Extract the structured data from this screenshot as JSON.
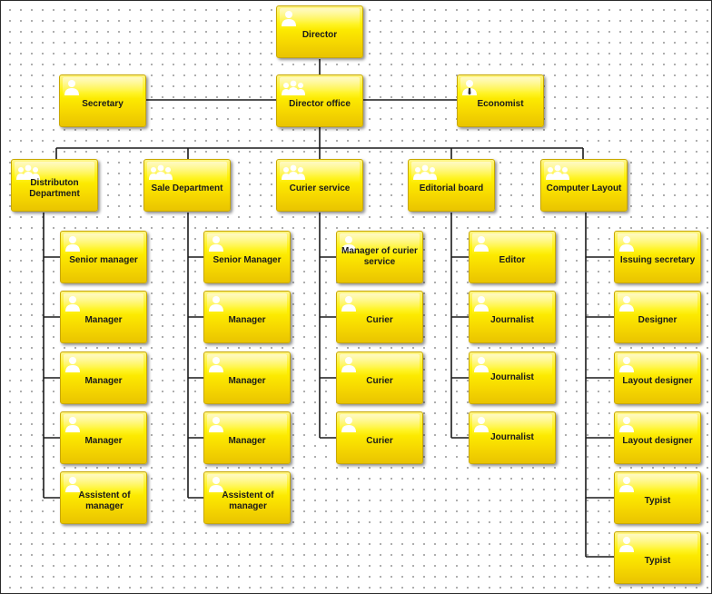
{
  "nodes": {
    "director": {
      "label": "Director",
      "icon": "person-icon"
    },
    "secretary": {
      "label": "Secretary",
      "icon": "person-icon"
    },
    "director_office": {
      "label": "Director office",
      "icon": "group-icon"
    },
    "economist": {
      "label": "Economist",
      "icon": "person-tie-icon"
    },
    "distribution": {
      "label": "Distributon Department",
      "icon": "group-icon"
    },
    "sale": {
      "label": "Sale Department",
      "icon": "group-icon"
    },
    "curier_service": {
      "label": "Curier service",
      "icon": "group-icon"
    },
    "editorial": {
      "label": "Editorial board",
      "icon": "group-icon"
    },
    "computer_layout": {
      "label": "Computer  Layout",
      "icon": "group-icon"
    },
    "dist_senior": {
      "label": "Senior manager"
    },
    "dist_manager_1": {
      "label": "Manager"
    },
    "dist_manager_2": {
      "label": "Manager"
    },
    "dist_manager_3": {
      "label": "Manager"
    },
    "dist_assistent": {
      "label": "Assistent of manager"
    },
    "sale_senior": {
      "label": "Senior Manager"
    },
    "sale_manager_1": {
      "label": "Manager"
    },
    "sale_manager_2": {
      "label": "Manager"
    },
    "sale_manager_3": {
      "label": "Manager"
    },
    "sale_assistent": {
      "label": "Assistent of manager"
    },
    "cur_manager": {
      "label": "Manager of curier service"
    },
    "cur_1": {
      "label": "Curier"
    },
    "cur_2": {
      "label": "Curier"
    },
    "cur_3": {
      "label": "Curier"
    },
    "ed_editor": {
      "label": "Editor"
    },
    "ed_journalist_1": {
      "label": "Journalist"
    },
    "ed_journalist_2": {
      "label": "Journalist"
    },
    "ed_journalist_3": {
      "label": "Journalist"
    },
    "cl_issuing": {
      "label": "Issuing secretary"
    },
    "cl_designer": {
      "label": "Designer"
    },
    "cl_layout_1": {
      "label": "Layout designer"
    },
    "cl_layout_2": {
      "label": "Layout designer"
    },
    "cl_typist_1": {
      "label": "Typist"
    },
    "cl_typist_2": {
      "label": "Typist"
    }
  },
  "colors": {
    "box": "#fff200",
    "border": "#c8a800",
    "line": "#1a1a1a",
    "grid_dot": "#9a9a9a"
  }
}
